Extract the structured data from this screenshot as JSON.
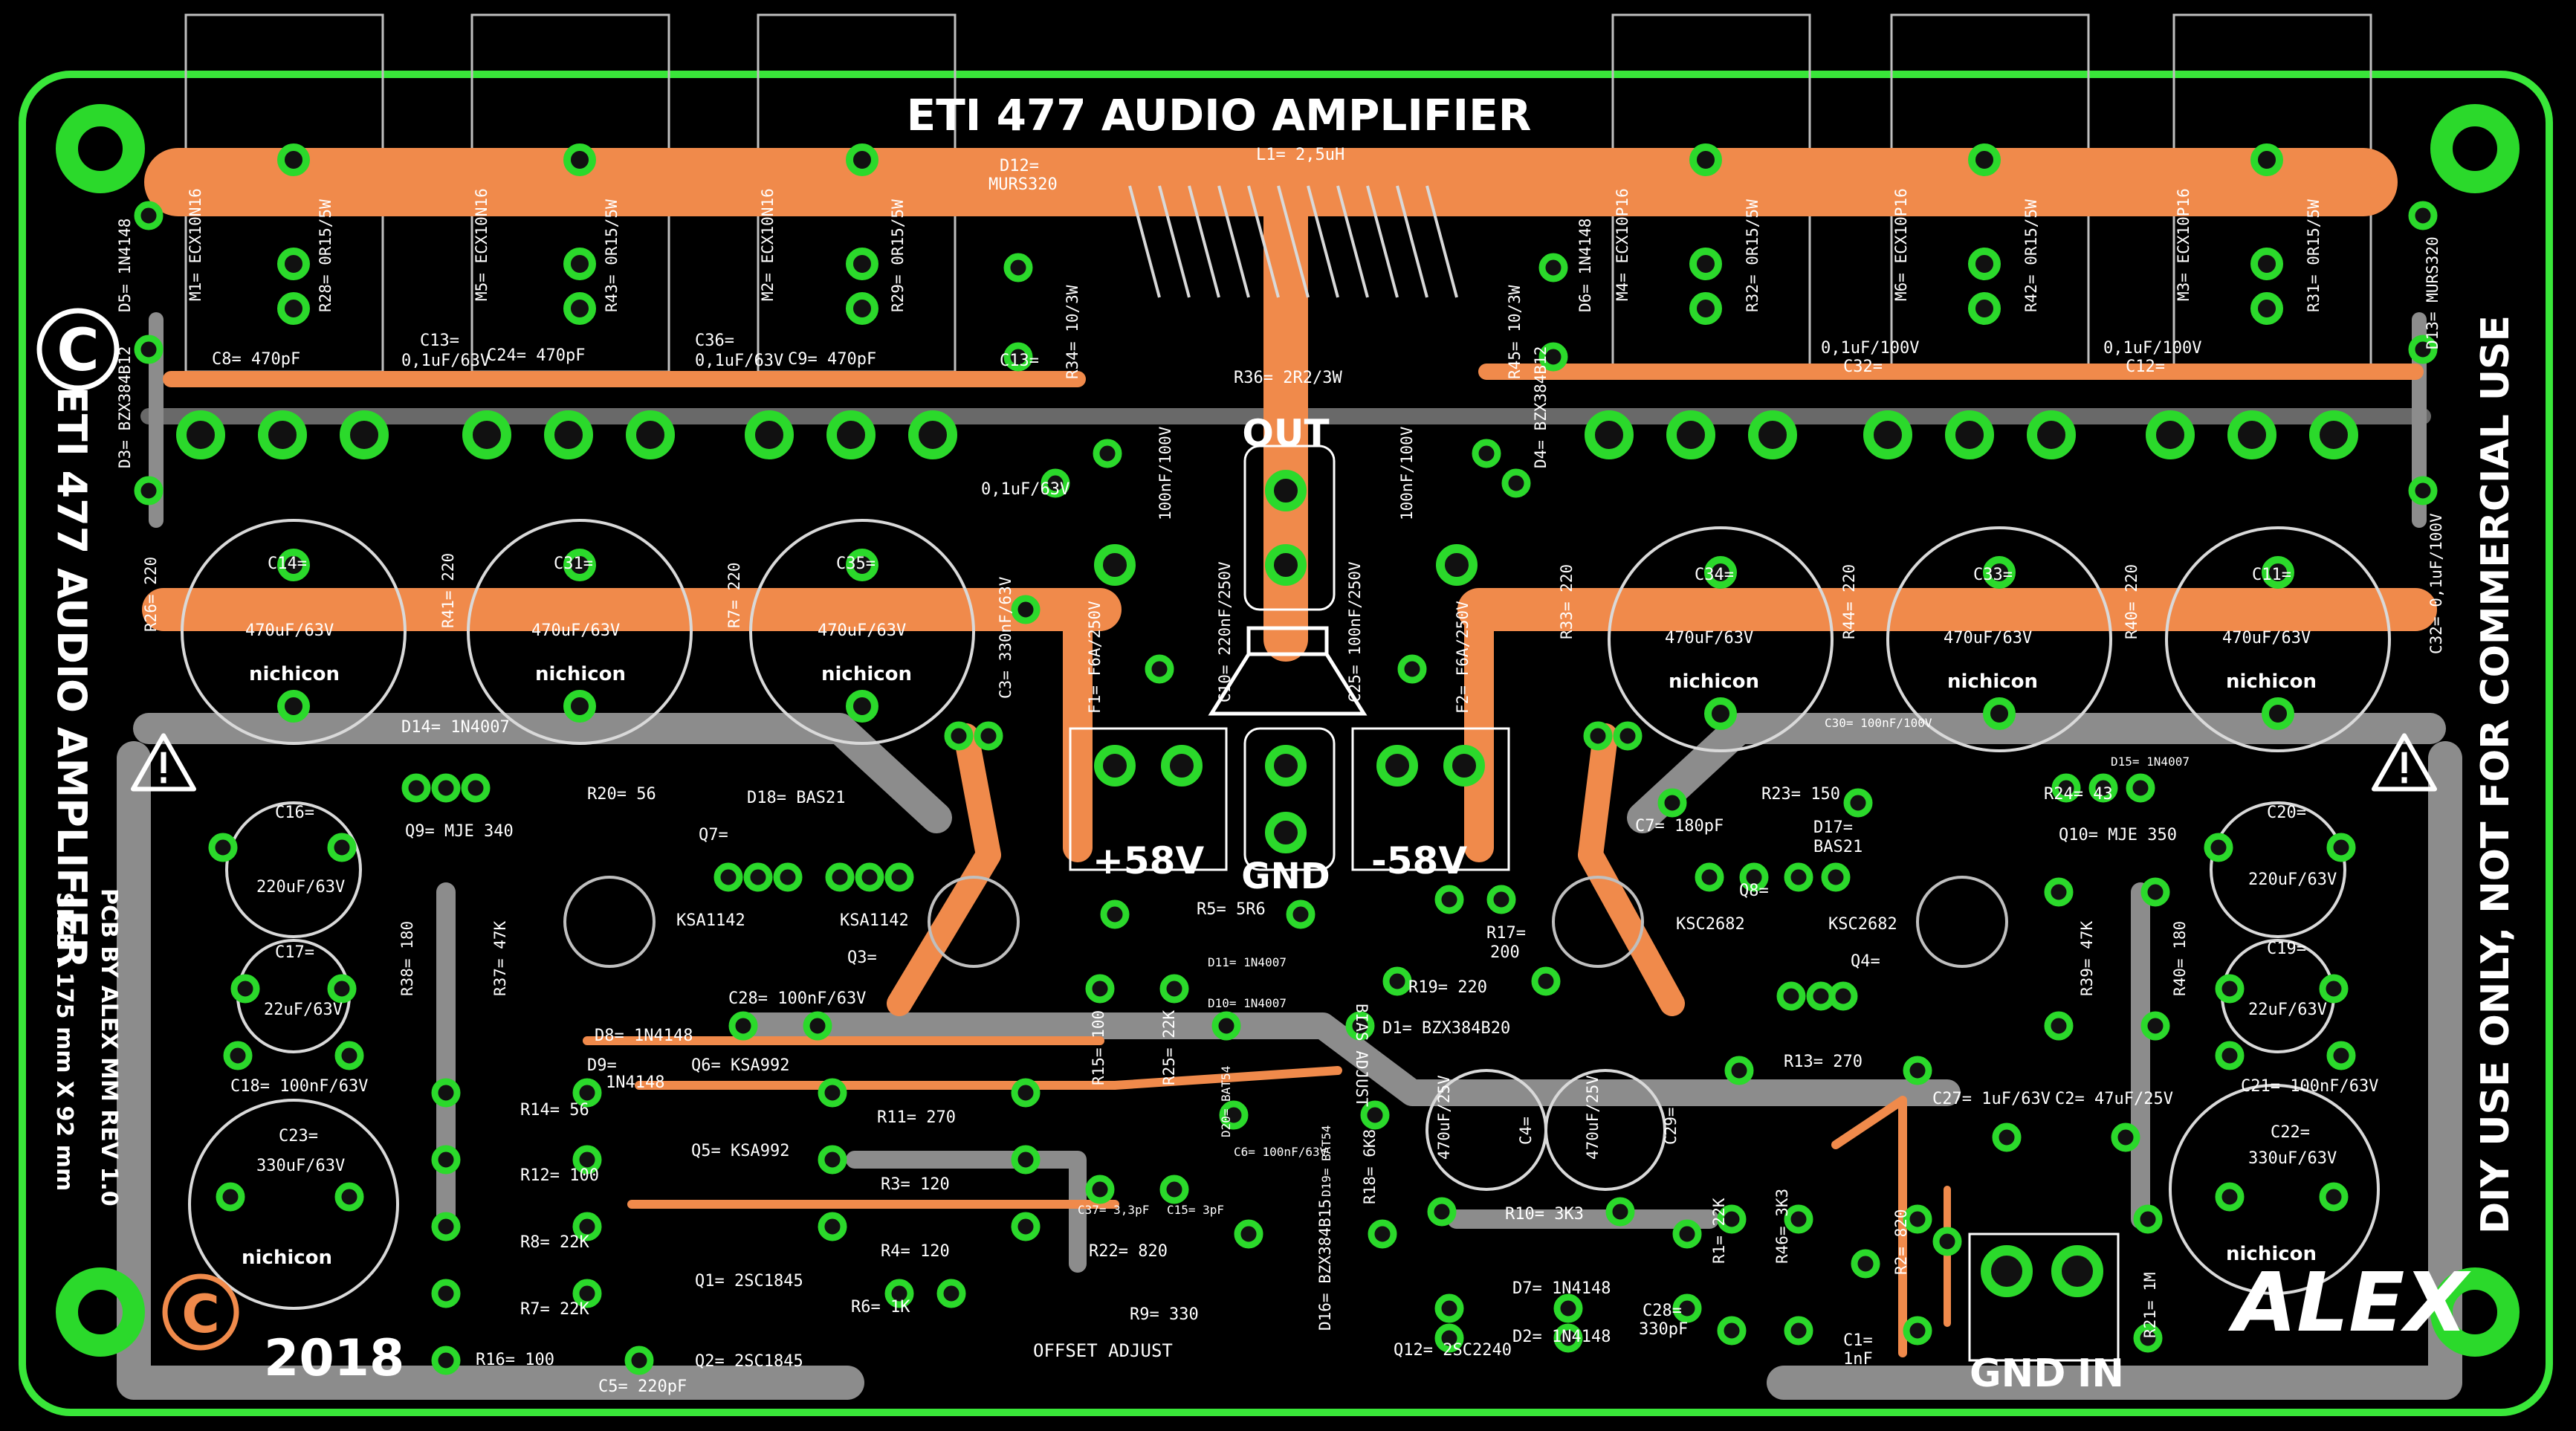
{
  "board": {
    "title": "ETI 477 AUDIO AMPLIFIER",
    "side_title": "ETI 477 AUDIO AMPLIFIER",
    "credit": "PCB BY ALEX MM REV 1.0",
    "size": "SIZE : 175 mm X 92 mm",
    "disclaimer": "DIY USE ONLY, NOT FOR COMMERCIAL USE",
    "year": "2018",
    "logo": "ALEX",
    "copyright_symbol": "C"
  },
  "colors": {
    "background": "#000000",
    "outline": "#39e639",
    "copper": "#f08a4b",
    "ground_trace": "#8c8c8c",
    "pad": "#2bd92b",
    "silkscreen": "#ffffff"
  },
  "terminals": {
    "out": "OUT",
    "pos": "+58V",
    "gnd": "GND",
    "neg": "-58V",
    "input_gnd": "GND",
    "input": "IN",
    "offset": "OFFSET ADJUST"
  },
  "labels": {
    "l1": "L1= 2,5uH",
    "d12": "D12=",
    "d12v": "MURS320",
    "m1": "M1= ECX10N16",
    "r28": "R28= 0R15/5W",
    "m5": "M5= ECX10N16",
    "r43": "R43= 0R15/5W",
    "m2": "M2= ECX10N16",
    "r29": "R29= 0R15/5W",
    "m4": "M4= ECX10P16",
    "r32": "R32= 0R15/5W",
    "m6": "M6= ECX10P16",
    "r42": "R42= 0R15/5W",
    "m3": "M3= ECX10P16",
    "r31": "R31= 0R15/5W",
    "d5": "D5= 1N4148",
    "d3": "D3= BZX384B12",
    "c8": "C8= 470pF",
    "c13": "C13=",
    "c13v": "0,1uF/63V",
    "c24": "C24= 470pF",
    "c36": "C36=",
    "c36v": "0,1uF/63V",
    "c9": "C9= 470pF",
    "c13b": "C13=",
    "c13bv": "0,1uF/63V",
    "r34": "R34= 10/3W",
    "r36": "R36= 2R2/3W",
    "r45": "R45= 10/3W",
    "d6": "D6= 1N4148",
    "d4": "D4= BZX384B12",
    "c32": "C32=",
    "c32v": "0,1uF/100V",
    "c12": "C12=",
    "c12v": "0,1uF/100V",
    "d13": "D13= MURS320",
    "c32b": "C32= 0,1uF/100V",
    "c14": "C14=",
    "c14v": "470uF/63V",
    "c31": "C31=",
    "c31v": "470uF/63V",
    "c35": "C35=",
    "c35v": "470uF/63V",
    "c34": "C34=",
    "c34v": "470uF/63V",
    "c33": "C33=",
    "c33v": "470uF/63V",
    "c11": "C11=",
    "c11v": "470uF/63V",
    "nichicon": "nichicon",
    "r26": "R26= 220",
    "r41": "R41= 220",
    "r7a": "R7= 220",
    "r33": "R33= 220",
    "r44": "R44= 220",
    "r40a": "R40= 220",
    "c3": "C3= 330nF/63V",
    "f1": "F1= F6A/250V",
    "c10": "C10= 220nF/250V",
    "c25": "C25= 100nF/250V",
    "f2": "F2= F6A/250V",
    "cap100a": "100nF/100V",
    "cap100b": "100nF/100V",
    "d14": "D14= 1N4007",
    "q9": "Q9= MJE 340",
    "r20": "R20= 56",
    "d18": "D18= BAS21",
    "q7": "Q7=",
    "ksa1": "KSA1142",
    "ksa2": "KSA1142",
    "q3": "Q3=",
    "c28a": "C28= 100nF/63V",
    "c16": "C16=",
    "c16v": "220uF/63V",
    "c17": "C17=",
    "c17v": "22uF/63V",
    "c18": "C18= 100nF/63V",
    "c23": "C23=",
    "c23v": "330uF/63V",
    "r38": "R38= 180",
    "r37": "R37= 47K",
    "d8": "D8= 1N4148",
    "d9": "D9=",
    "d9v": "1N4148",
    "q6": "Q6= KSA992",
    "q5": "Q5= KSA992",
    "r14": "R14= 56",
    "r12": "R12= 100",
    "r8": "R8= 22K",
    "r7": "R7= 22K",
    "r16": "R16= 100",
    "c5": "C5= 220pF",
    "q1": "Q1= 2SC1845",
    "q2": "Q2= 2SC1845",
    "r11": "R11= 270",
    "r3": "R3= 120",
    "r4": "R4= 120",
    "r6": "R6= 1K",
    "r5": "R5= 5R6",
    "r15": "R15= 100",
    "r25": "R25= 22K",
    "d11": "D11= 1N4007",
    "d10": "D10= 1N4007",
    "d1": "D1= BZX384B20",
    "c37": "C37= 3,3pF",
    "c15": "C15= 3pF",
    "c6": "C6= 100nF/63V",
    "d19": "D19= BAT54",
    "d20": "D20= BAT54",
    "r22": "R22= 820",
    "r9": "R9= 330",
    "d16": "D16= BZX384B15",
    "r18": "R18= 6K8",
    "r17": "R17=",
    "r17v": "200",
    "r19": "R19= 220",
    "bias": "BIAS ADJUST",
    "c4v": "470uF/25V",
    "c4": "C4=",
    "c29v": "470uF/25V",
    "c29": "C29=",
    "r10": "R10= 3K3",
    "d7": "D7= 1N4148",
    "d2": "D2= 1N4148",
    "q12": "Q12= 2SC2240",
    "c28b": "C28=",
    "c28bv": "330pF",
    "d17": "D17=",
    "d17v": "BAS21",
    "c7": "C7= 180pF",
    "r23": "R23= 150",
    "q8": "Q8=",
    "ksc1": "KSC2682",
    "ksc2": "KSC2682",
    "q4": "Q4=",
    "r24": "R24= 43",
    "d15": "D15= 1N4007",
    "q10": "Q10= MJE 350",
    "c30": "C30= 100nF/100V",
    "r13": "R13= 270",
    "r1": "R1= 22K",
    "r46": "R46= 3K3",
    "c1": "C1=",
    "c1v": "1nF",
    "r2": "R2= 820",
    "c27": "C27= 1uF/63V",
    "c2": "C2= 47uF/25V",
    "r39": "R39= 47K",
    "r40": "R40= 180",
    "c20": "C20=",
    "c20v": "220uF/63V",
    "c19": "C19=",
    "c19v": "22uF/63V",
    "c21": "C21= 100nF/63V",
    "c22": "C22=",
    "c22v": "330uF/63V",
    "r21": "R21= 1M"
  }
}
